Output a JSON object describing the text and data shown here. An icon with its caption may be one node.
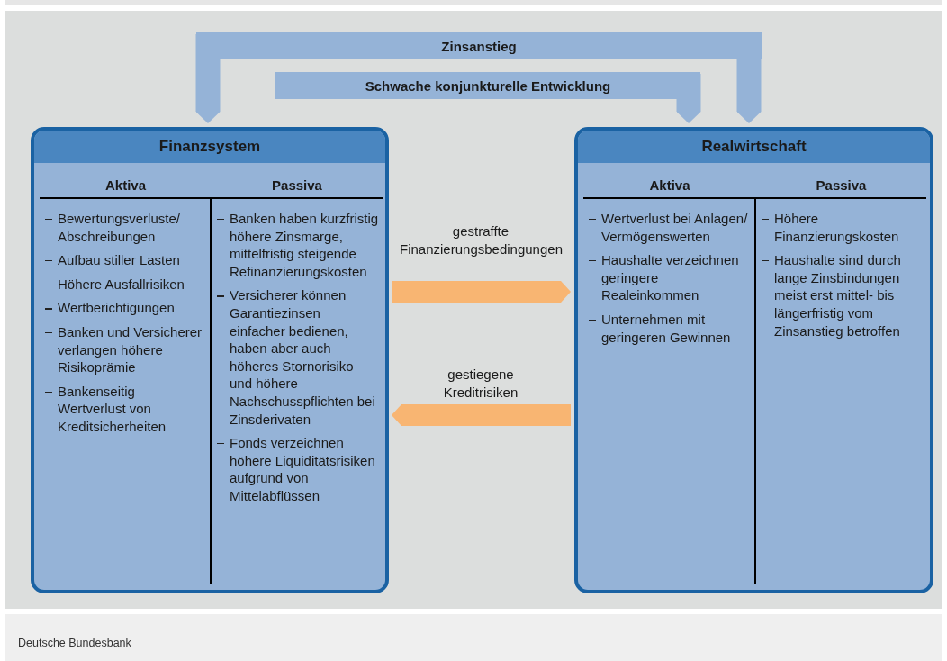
{
  "diagram": {
    "nodes": [
      {
        "text": [
          "Zinsanstieg"
        ]
      },
      {
        "text": [
          "Schwache konjunkturelle Entwicklung"
        ]
      },
      {
        "text": [
          "Finanzsystem"
        ]
      },
      {
        "text": [
          "Aktiva",
          "Bewertungsverluste/ Abschreibungen",
          "Aufbau stiller Lasten",
          "Höhere Ausfallrisiken",
          "Wertberichtigungen",
          "Banken und Versicherer verlangen höhere Risikoprämie",
          "Bankenseitig Wertverlust von Kreditsicherheiten"
        ],
        "in": 2
      },
      {
        "text": [
          "Passiva",
          "Banken haben kurzfristig höhere Zinsmarge, mittelfristig steigende Refinanzierungskosten",
          "Versicherer können Garantiezinsen einfacher bedienen, haben aber auch höheres Stornorisiko und höhere Nachschusspflichten bei Zinsderivaten",
          "Fonds verzeichnen höhere Liquiditätsrisiken aufgrund von Mittelabflüssen"
        ],
        "in": 2
      },
      {
        "text": [
          "Realwirtschaft"
        ]
      },
      {
        "text": [
          "Aktiva",
          "Wertverlust bei Anlagen/ Vermögenswerten",
          "Haushalte verzeichnen geringere Realeinkommen",
          "Unternehmen mit geringeren Gewinnen"
        ],
        "in": 5
      },
      {
        "text": [
          "Passiva",
          "Höhere Finanzierungskosten",
          "Haushalte sind durch lange Zinsbindungen meist erst mittel- bis längerfristig vom Zinsanstieg betroffen"
        ],
        "in": 5
      }
    ],
    "edges": [
      {
        "from": 0,
        "to": 2,
        "arrow": "to",
        "color": "#95b3d7"
      },
      {
        "from": 0,
        "to": 5,
        "arrow": "to",
        "color": "#95b3d7"
      },
      {
        "from": 1,
        "to": 5,
        "arrow": "to",
        "color": "#95b3d7"
      },
      {
        "from": 2,
        "to": 5,
        "arrow": "to",
        "label": "gestraffte Finanzierungsbedingungen",
        "color": "#f8b572"
      },
      {
        "from": 5,
        "to": 2,
        "arrow": "to",
        "label": "gestiegene Kreditrisiken",
        "color": "#f8b572"
      }
    ],
    "labels": [
      "Deutsche Bundesbank"
    ]
  }
}
